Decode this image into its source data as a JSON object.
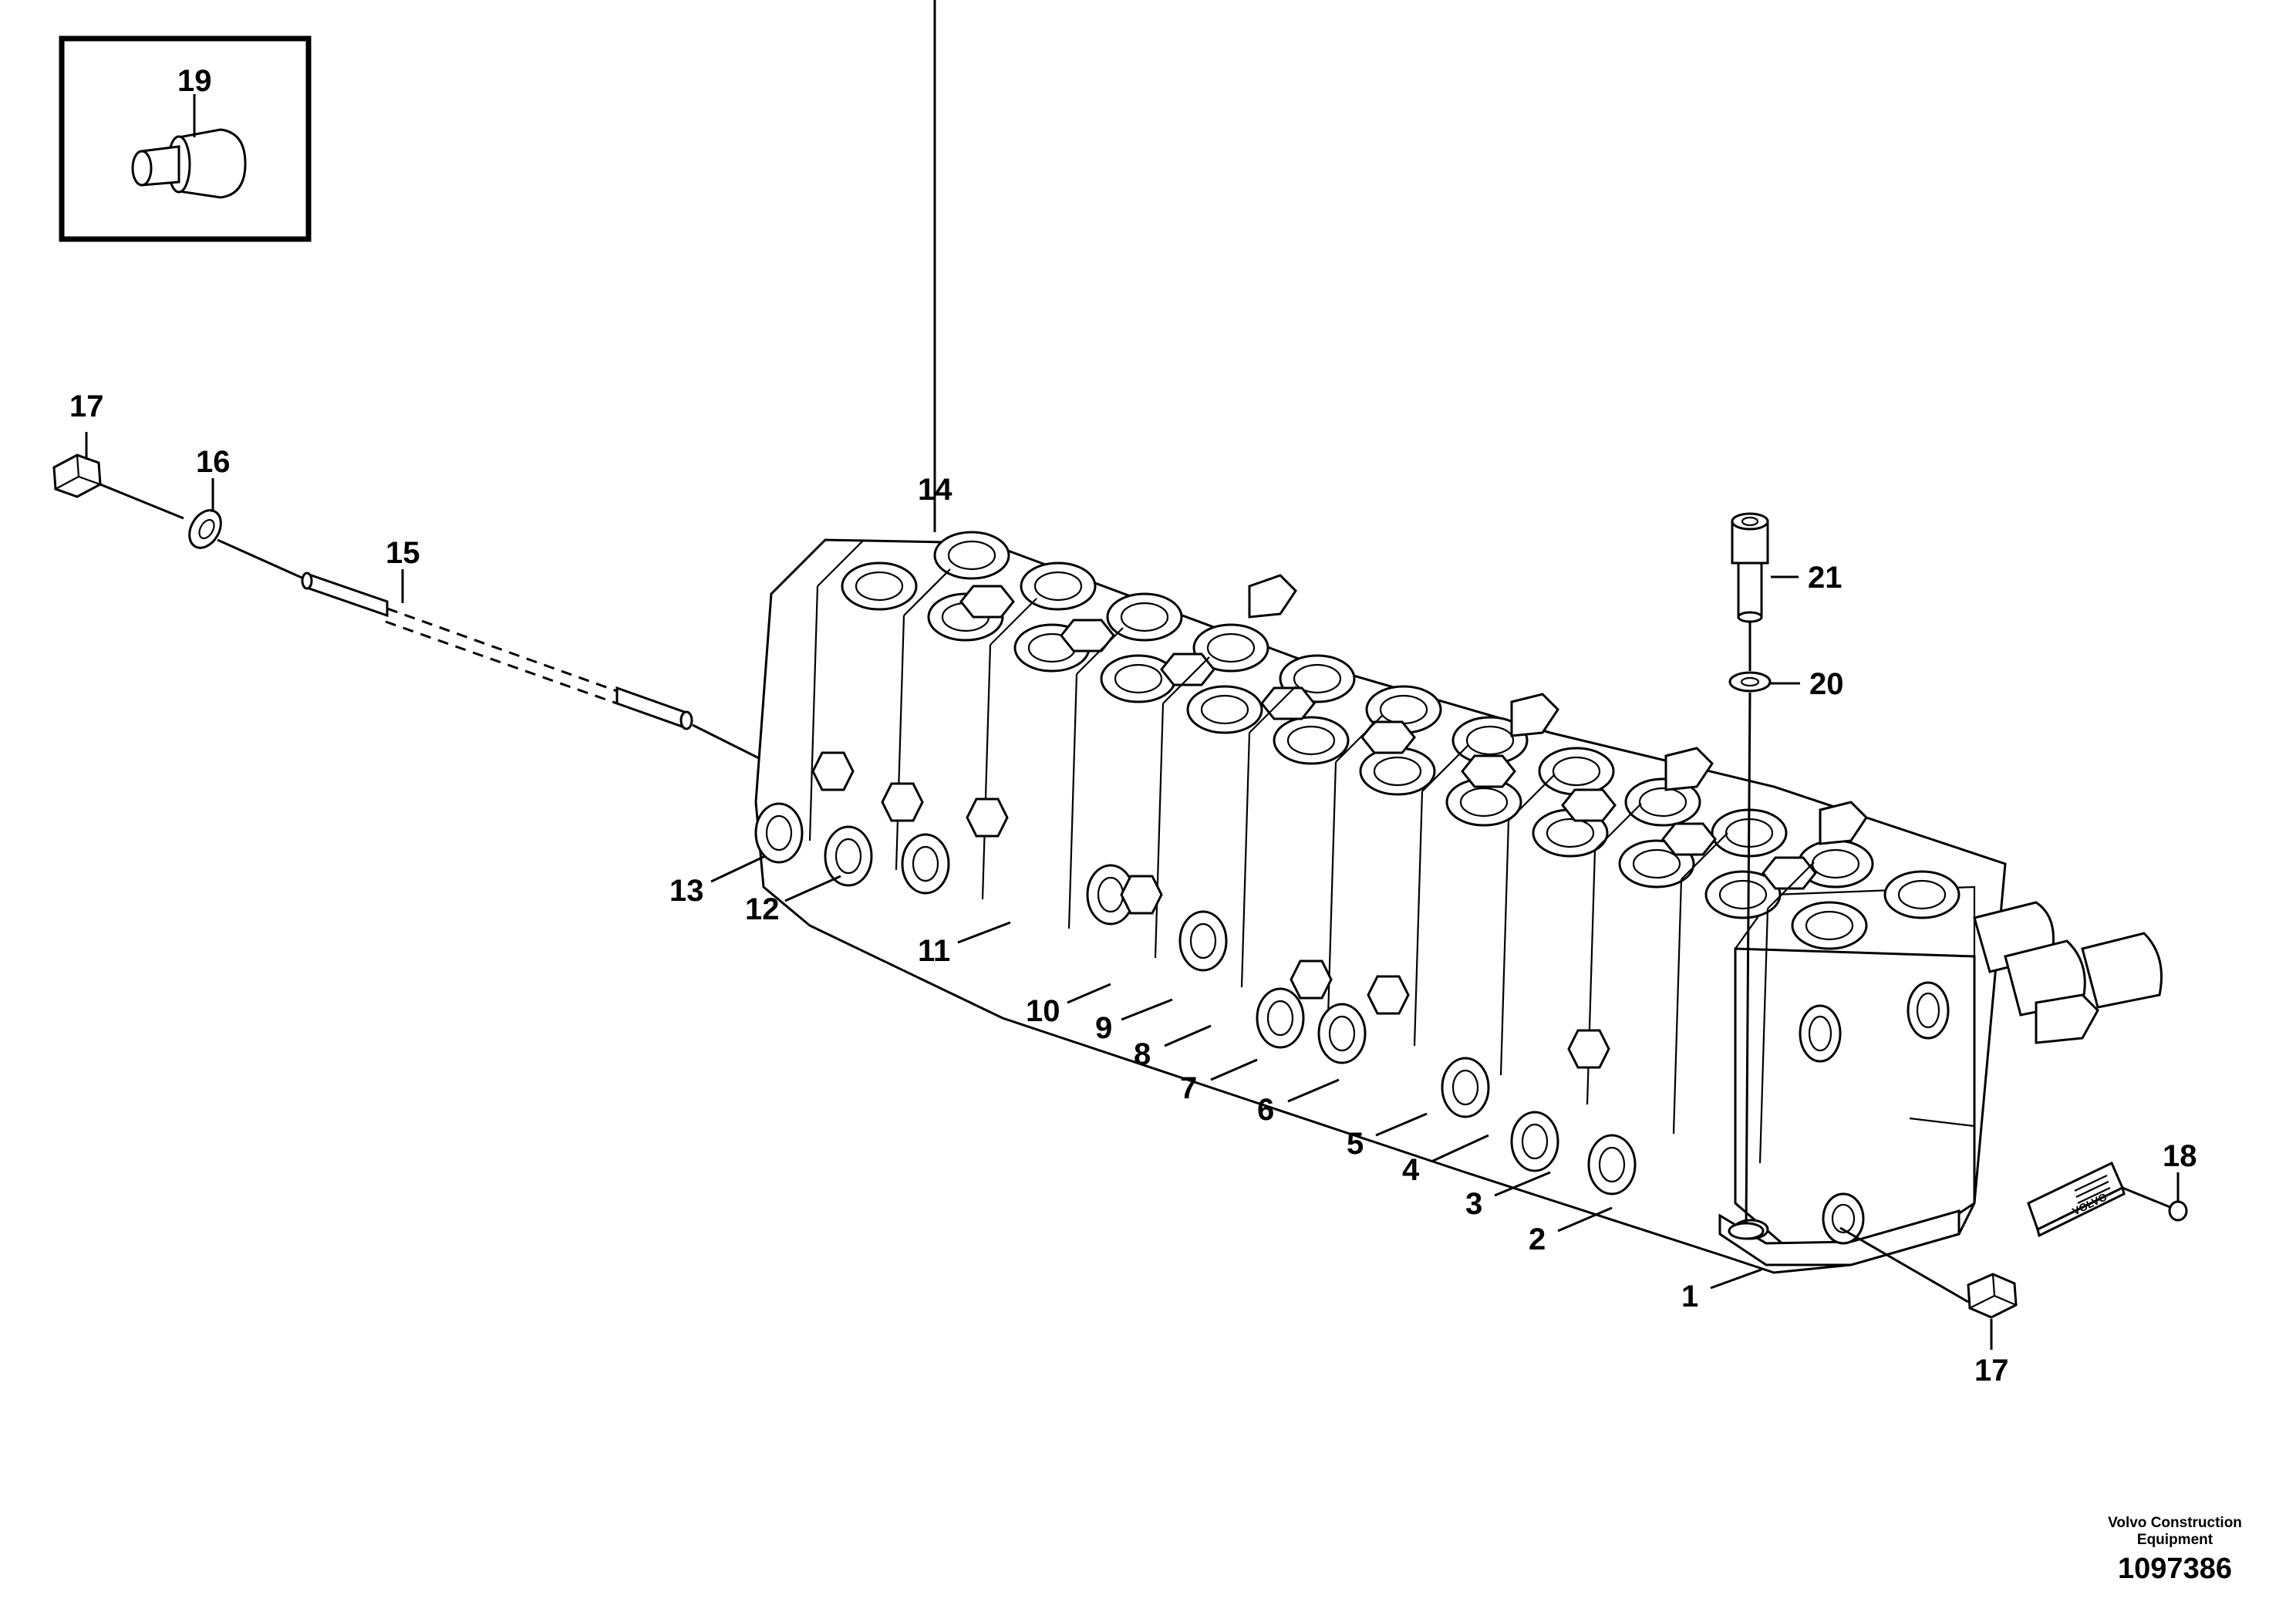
{
  "diagram": {
    "inset_callout": "19",
    "callouts": {
      "c1": "1",
      "c2": "2",
      "c3": "3",
      "c4": "4",
      "c5": "5",
      "c6": "6",
      "c7": "7",
      "c8": "8",
      "c9": "9",
      "c10": "10",
      "c11": "11",
      "c12": "12",
      "c13": "13",
      "c14": "14",
      "c15": "15",
      "c16": "16",
      "c17a": "17",
      "c17b": "17",
      "c18": "18",
      "c20": "20",
      "c21": "21"
    },
    "plate_logo": "VOLVO"
  },
  "footer": {
    "company_line1": "Volvo Construction",
    "company_line2": "Equipment",
    "doc_number": "1097386"
  },
  "colors": {
    "ink": "#000000",
    "paper": "#ffffff"
  }
}
